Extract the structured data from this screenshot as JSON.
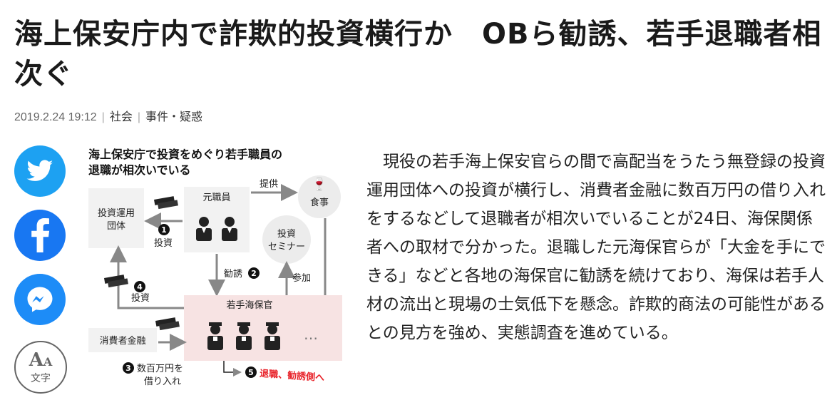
{
  "article": {
    "headline": "海上保安庁内で詐欺的投資横行か　OBら勧誘、若手退職者相次ぐ",
    "date": "2019.2.24 19:12",
    "category": "社会",
    "subcategory": "事件・疑惑",
    "body": "現役の若手海上保安官らの間で高配当をうたう無登録の投資運用団体への投資が横行し、消費者金融に数百万円の借り入れをするなどして退職者が相次いでいることが24日、海保関係者への取材で分かった。退職した元海保官らが「大金を手にできる」などと各地の海保官に勧誘を続けており、海保は若手人材の流出と現場の士気低下を懸念。詐欺的商法の可能性があるとの見方を強め、実態調査を進めている。"
  },
  "share": {
    "twitter_icon": "twitter-bird-icon",
    "facebook_icon": "facebook-f-icon",
    "messenger_icon": "messenger-icon",
    "font_size_letters": "A",
    "font_size_label": "文字",
    "colors": {
      "twitter": "#1da1f2",
      "facebook": "#1877f2",
      "messenger": "#1d8cf7"
    }
  },
  "figure": {
    "title_line1": "海上保安庁で投資をめぐり若手職員の",
    "title_line2": "退職が相次いでいる",
    "fund_line1": "投資運用",
    "fund_line2": "団体",
    "former_staff": "元職員",
    "provide": "提供",
    "meal": "食事",
    "seminar_line1": "投資",
    "seminar_line2": "セミナー",
    "step1_num": "1",
    "step1_label": "投資",
    "step2_label": "勧誘",
    "step2_num": "2",
    "participate": "参加",
    "step4_num": "4",
    "step4_label": "投資",
    "young_officers": "若手海保官",
    "consumer_finance": "消費者金融",
    "step3_num": "3",
    "step3_line1": "数百万円を",
    "step3_line2": "借り入れ",
    "step5_num": "5",
    "step5_label": "退職、勧誘側へ",
    "ellipsis": "…",
    "accent_color": "#e8232a"
  }
}
